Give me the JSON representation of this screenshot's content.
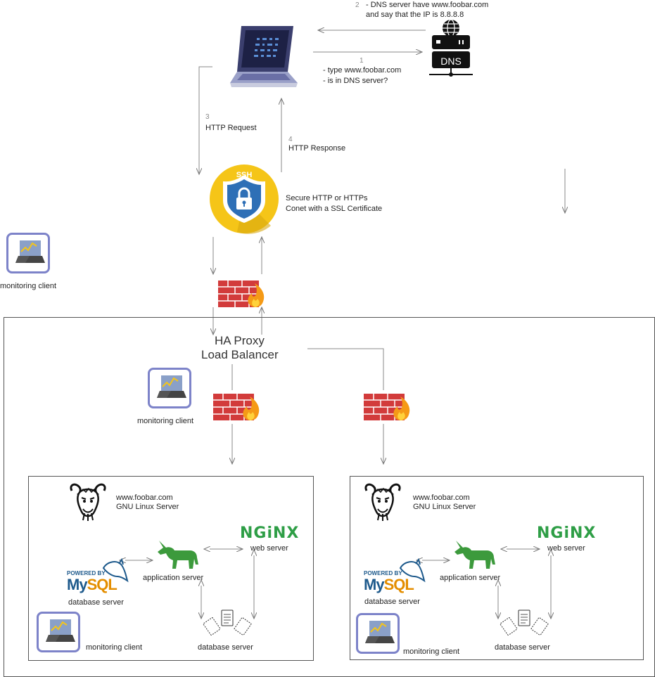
{
  "dns": {
    "step1_number": "1",
    "step1_line1": "- type www.foobar.com",
    "step1_line2": "- is in DNS server?",
    "step2_number": "2",
    "step2_line1": "- DNS server have www.foobar.com",
    "step2_line2": "and say that the IP is 8.8.8.8",
    "server_label": "DNS"
  },
  "http": {
    "step3_number": "3",
    "step3_label": "HTTP Request",
    "step4_number": "4",
    "step4_label": "HTTP Response",
    "ssl_badge": "SSH",
    "ssl_line1": "Secure HTTP or HTTPs",
    "ssl_line2": "Conet with a SSL Certificate"
  },
  "outer_monitor": {
    "label": "monitoring client"
  },
  "load_balancer": {
    "line1": "HA Proxy",
    "line2": "Load Balancer",
    "monitor_label": "monitoring client"
  },
  "servers": [
    {
      "domain": "www.foobar.com",
      "os": "GNU Linux Server",
      "nginx_logo": "NGiNX",
      "web_label": "web server",
      "app_label": "application server",
      "mysql_powered": "POWERED BY",
      "mysql_my": "My",
      "mysql_sql": "SQL",
      "db_label": "database server",
      "db2_label": "database server",
      "monitor_label": "monitoring client"
    },
    {
      "domain": "www.foobar.com",
      "os": "GNU Linux Server",
      "nginx_logo": "NGiNX",
      "web_label": "web server",
      "app_label": "application server",
      "mysql_powered": "POWERED BY",
      "mysql_my": "My",
      "mysql_sql": "SQL",
      "db_label": "database server",
      "db2_label": "database server",
      "monitor_label": "monitoring client"
    }
  ],
  "colors": {
    "line": "#777777",
    "monitor_border": "#7d83c9",
    "firewall": "#d23b3b",
    "shield": "#2e6fb6",
    "badge": "#f5c518",
    "nginx": "#2e9e46",
    "unicorn": "#3c9a3c"
  }
}
